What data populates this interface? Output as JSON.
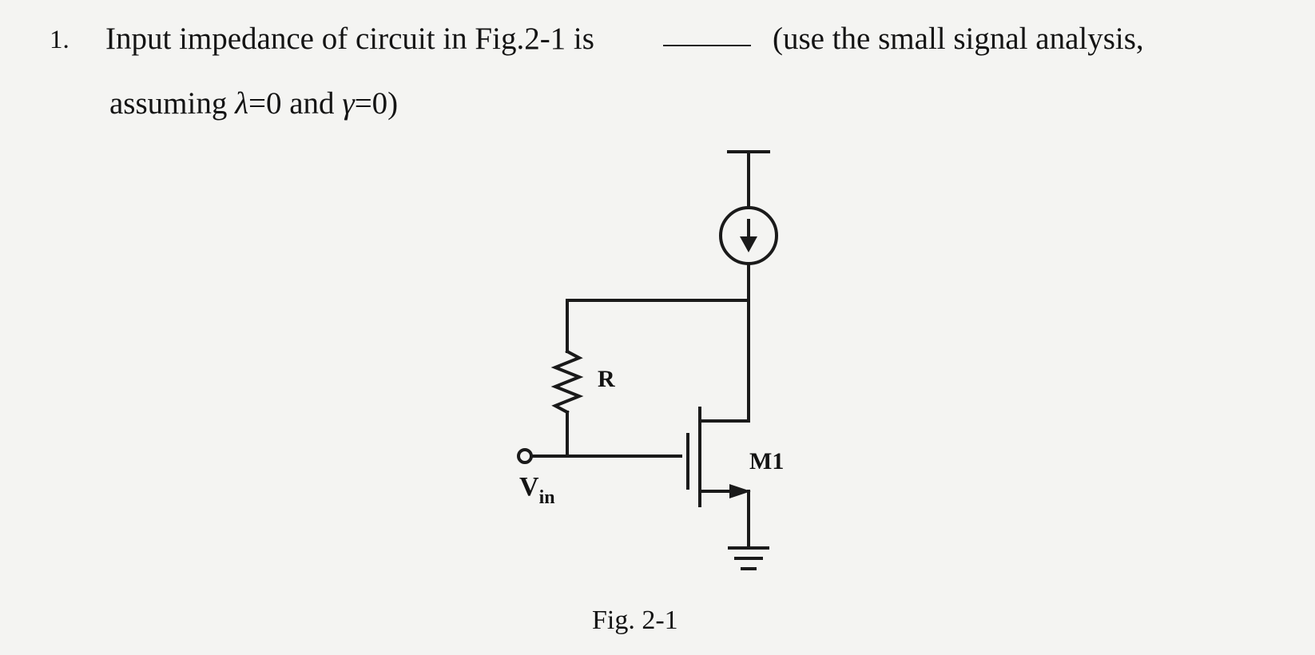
{
  "question": {
    "number": "1.",
    "line1_main": "Input impedance of circuit in Fig.2-1 is",
    "line1_tail": "(use the small signal analysis,",
    "line2_prefix": "assuming ",
    "lambda_symbol": "λ",
    "line2_mid": "=0 and ",
    "gamma_symbol": "γ",
    "line2_end": "=0)"
  },
  "figure": {
    "resistor_label": "R",
    "transistor_label": "M1",
    "input_label_main": "V",
    "input_label_sub": "in",
    "caption": "Fig. 2-1"
  }
}
